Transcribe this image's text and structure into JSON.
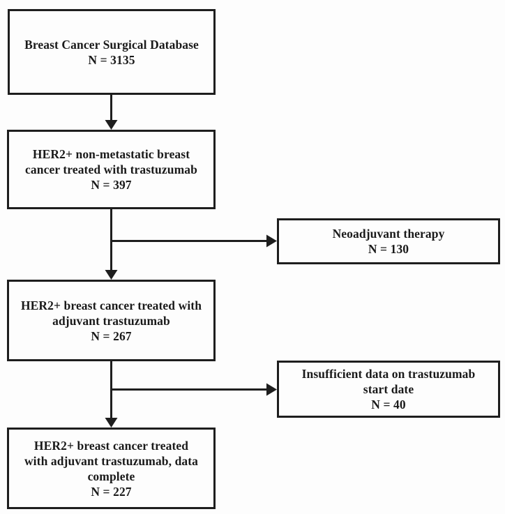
{
  "diagram": {
    "type": "flowchart",
    "colors": {
      "line": "#1e1e1e",
      "text": "#1a1a1a",
      "background": "#fdfdfd"
    },
    "nodes": [
      {
        "id": "database",
        "n": 3135,
        "lines": [
          "Breast Cancer Surgical Database",
          "N = 3135"
        ]
      },
      {
        "id": "her2-nonmetastatic",
        "n": 397,
        "lines": [
          "HER2+ non-metastatic breast",
          "cancer treated with trastuzumab",
          "N = 397"
        ]
      },
      {
        "id": "neoadjuvant-excluded",
        "n": 130,
        "lines": [
          "Neoadjuvant therapy",
          "N = 130"
        ]
      },
      {
        "id": "adjuvant",
        "n": 267,
        "lines": [
          "HER2+ breast cancer treated with",
          "adjuvant trastuzumab",
          "N = 267"
        ]
      },
      {
        "id": "insufficient-data-excluded",
        "n": 40,
        "lines": [
          "Insufficient data on trastuzumab",
          "start date",
          "N = 40"
        ]
      },
      {
        "id": "data-complete",
        "n": 227,
        "lines": [
          "HER2+ breast cancer treated",
          "with adjuvant trastuzumab, data",
          "complete",
          "N = 227"
        ]
      }
    ],
    "edges": [
      {
        "from": "database",
        "to": "her2-nonmetastatic",
        "direction": "down"
      },
      {
        "from": "her2-nonmetastatic",
        "to": "neoadjuvant-excluded",
        "direction": "right"
      },
      {
        "from": "her2-nonmetastatic",
        "to": "adjuvant",
        "direction": "down"
      },
      {
        "from": "adjuvant",
        "to": "insufficient-data-excluded",
        "direction": "right"
      },
      {
        "from": "adjuvant",
        "to": "data-complete",
        "direction": "down"
      }
    ]
  }
}
